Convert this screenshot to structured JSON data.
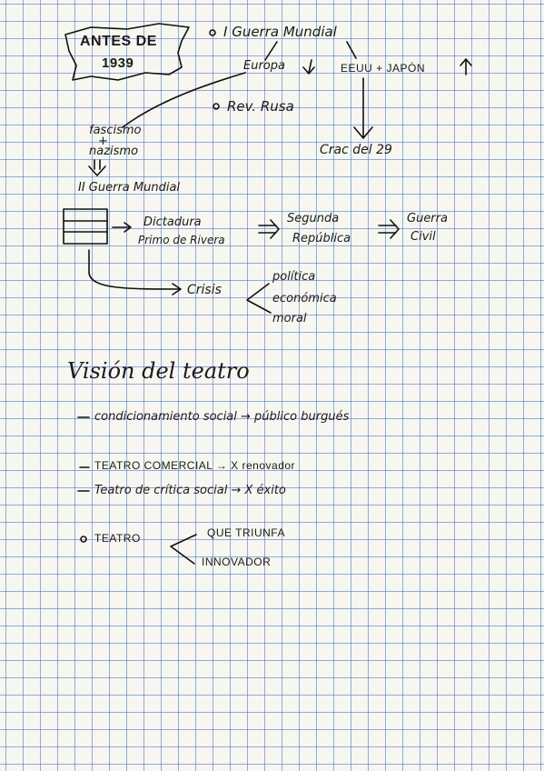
{
  "notes": {
    "title_box": {
      "line1": "ANTES DE",
      "line2": "1939"
    },
    "bullet1": "I Guerra Mundial",
    "europa": "Europa",
    "eeuu": "EEUU + JAPÓN",
    "bullet2": "Rev. Rusa",
    "fascismo": "fascismo",
    "plus": "+",
    "nazismo": "nazismo",
    "crac": "Crac del 29",
    "guerra2": "II Guerra Mundial",
    "dictadura_1": "Dictadura",
    "dictadura_2": "Primo de Rivera",
    "segunda_1": "Segunda",
    "segunda_2": "República",
    "civil_1": "Guerra",
    "civil_2": "Civil",
    "crisis": "Crisis",
    "crisis_list": [
      "política",
      "económica",
      "moral"
    ],
    "heading": "Visión del teatro",
    "items": [
      "condicionamiento social → público burgués",
      "TEATRO COMERCIAL → X renovador",
      "Teatro de crítica social → X éxito"
    ],
    "teatro_label": "TEATRO",
    "teatro_branches": [
      "QUE TRIUNFA",
      "INNOVADOR"
    ]
  }
}
